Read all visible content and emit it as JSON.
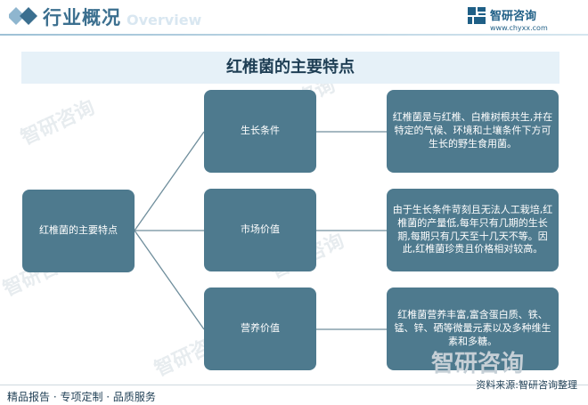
{
  "header": {
    "title": "行业概况",
    "title_en": "Overview",
    "logo_name": "智研咨询",
    "logo_url": "www.chyxx.com"
  },
  "diagram": {
    "title": "红椎菌的主要特点",
    "root": "红椎菌的主要特点",
    "categories": [
      {
        "label": "生长条件",
        "description": "红椎菌是与红椎、白椎树根共生,并在特定的气候、环境和土壤条件下方可生长的野生食用菌。"
      },
      {
        "label": "市场价值",
        "description": "由于生长条件苛刻且无法人工栽培,红椎菌的产量低,每年只有几期的生长期,每期只有几天至十几天不等。因此,红椎菌珍贵且价格相对较高。"
      },
      {
        "label": "营养价值",
        "description": "红椎菌营养丰富,富含蛋白质、铁、锰、锌、硒等微量元素以及多种维生素和多糖。"
      }
    ]
  },
  "watermark": "智研咨询",
  "footer": {
    "left": "精品报告 · 专项定制 · 品质服务",
    "source": "资料来源:智研咨询整理"
  },
  "colors": {
    "node": "#4e7a8e",
    "title_band": "#e6f1f8",
    "header": "#3b6f8f"
  }
}
